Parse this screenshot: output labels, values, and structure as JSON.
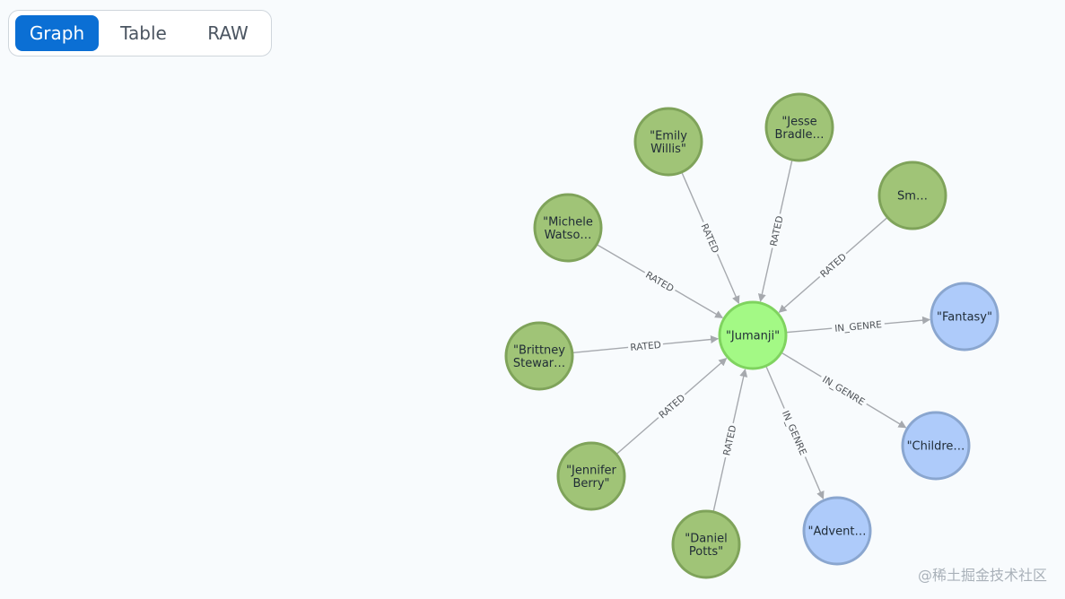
{
  "tabs": [
    {
      "label": "Graph",
      "active": true
    },
    {
      "label": "Table",
      "active": false
    },
    {
      "label": "RAW",
      "active": false
    }
  ],
  "colors": {
    "user_node_fill": "#a0c477",
    "user_node_stroke": "#7fa35a",
    "movie_node_fill": "#a3f985",
    "movie_node_stroke": "#7fd35f",
    "genre_node_fill": "#aecbfa",
    "genre_node_stroke": "#8aa6cf",
    "edge": "#a6a9ae",
    "tab_active": "#0b6fd4"
  },
  "graph": {
    "nodes": [
      {
        "id": "jumanji",
        "type": "movie",
        "lines": [
          "\"Jumanji\""
        ]
      },
      {
        "id": "emily",
        "type": "user",
        "lines": [
          "\"Emily",
          "Willis\""
        ]
      },
      {
        "id": "jesse",
        "type": "user",
        "lines": [
          "\"Jesse",
          "Bradle…"
        ]
      },
      {
        "id": "sm",
        "type": "user",
        "lines": [
          "Sm…"
        ]
      },
      {
        "id": "michele",
        "type": "user",
        "lines": [
          "\"Michele",
          "Watso…"
        ]
      },
      {
        "id": "brittney",
        "type": "user",
        "lines": [
          "\"Brittney",
          "Stewar…"
        ]
      },
      {
        "id": "jennifer",
        "type": "user",
        "lines": [
          "\"Jennifer",
          "Berry\""
        ]
      },
      {
        "id": "daniel",
        "type": "user",
        "lines": [
          "\"Daniel",
          "Potts\""
        ]
      },
      {
        "id": "fantasy",
        "type": "genre",
        "lines": [
          "\"Fantasy\""
        ]
      },
      {
        "id": "children",
        "type": "genre",
        "lines": [
          "\"Childre…"
        ]
      },
      {
        "id": "adventure",
        "type": "genre",
        "lines": [
          "\"Advent…"
        ]
      }
    ],
    "edges": [
      {
        "from": "emily",
        "to": "jumanji",
        "label": "RATED"
      },
      {
        "from": "jesse",
        "to": "jumanji",
        "label": "RATED"
      },
      {
        "from": "sm",
        "to": "jumanji",
        "label": "RATED"
      },
      {
        "from": "michele",
        "to": "jumanji",
        "label": "RATED"
      },
      {
        "from": "brittney",
        "to": "jumanji",
        "label": "RATED"
      },
      {
        "from": "jennifer",
        "to": "jumanji",
        "label": "RATED"
      },
      {
        "from": "daniel",
        "to": "jumanji",
        "label": "RATED"
      },
      {
        "from": "jumanji",
        "to": "fantasy",
        "label": "IN_GENRE"
      },
      {
        "from": "jumanji",
        "to": "children",
        "label": "IN_GENRE"
      },
      {
        "from": "jumanji",
        "to": "adventure",
        "label": "IN_GENRE"
      }
    ]
  },
  "watermark": "@稀土掘金技术社区"
}
